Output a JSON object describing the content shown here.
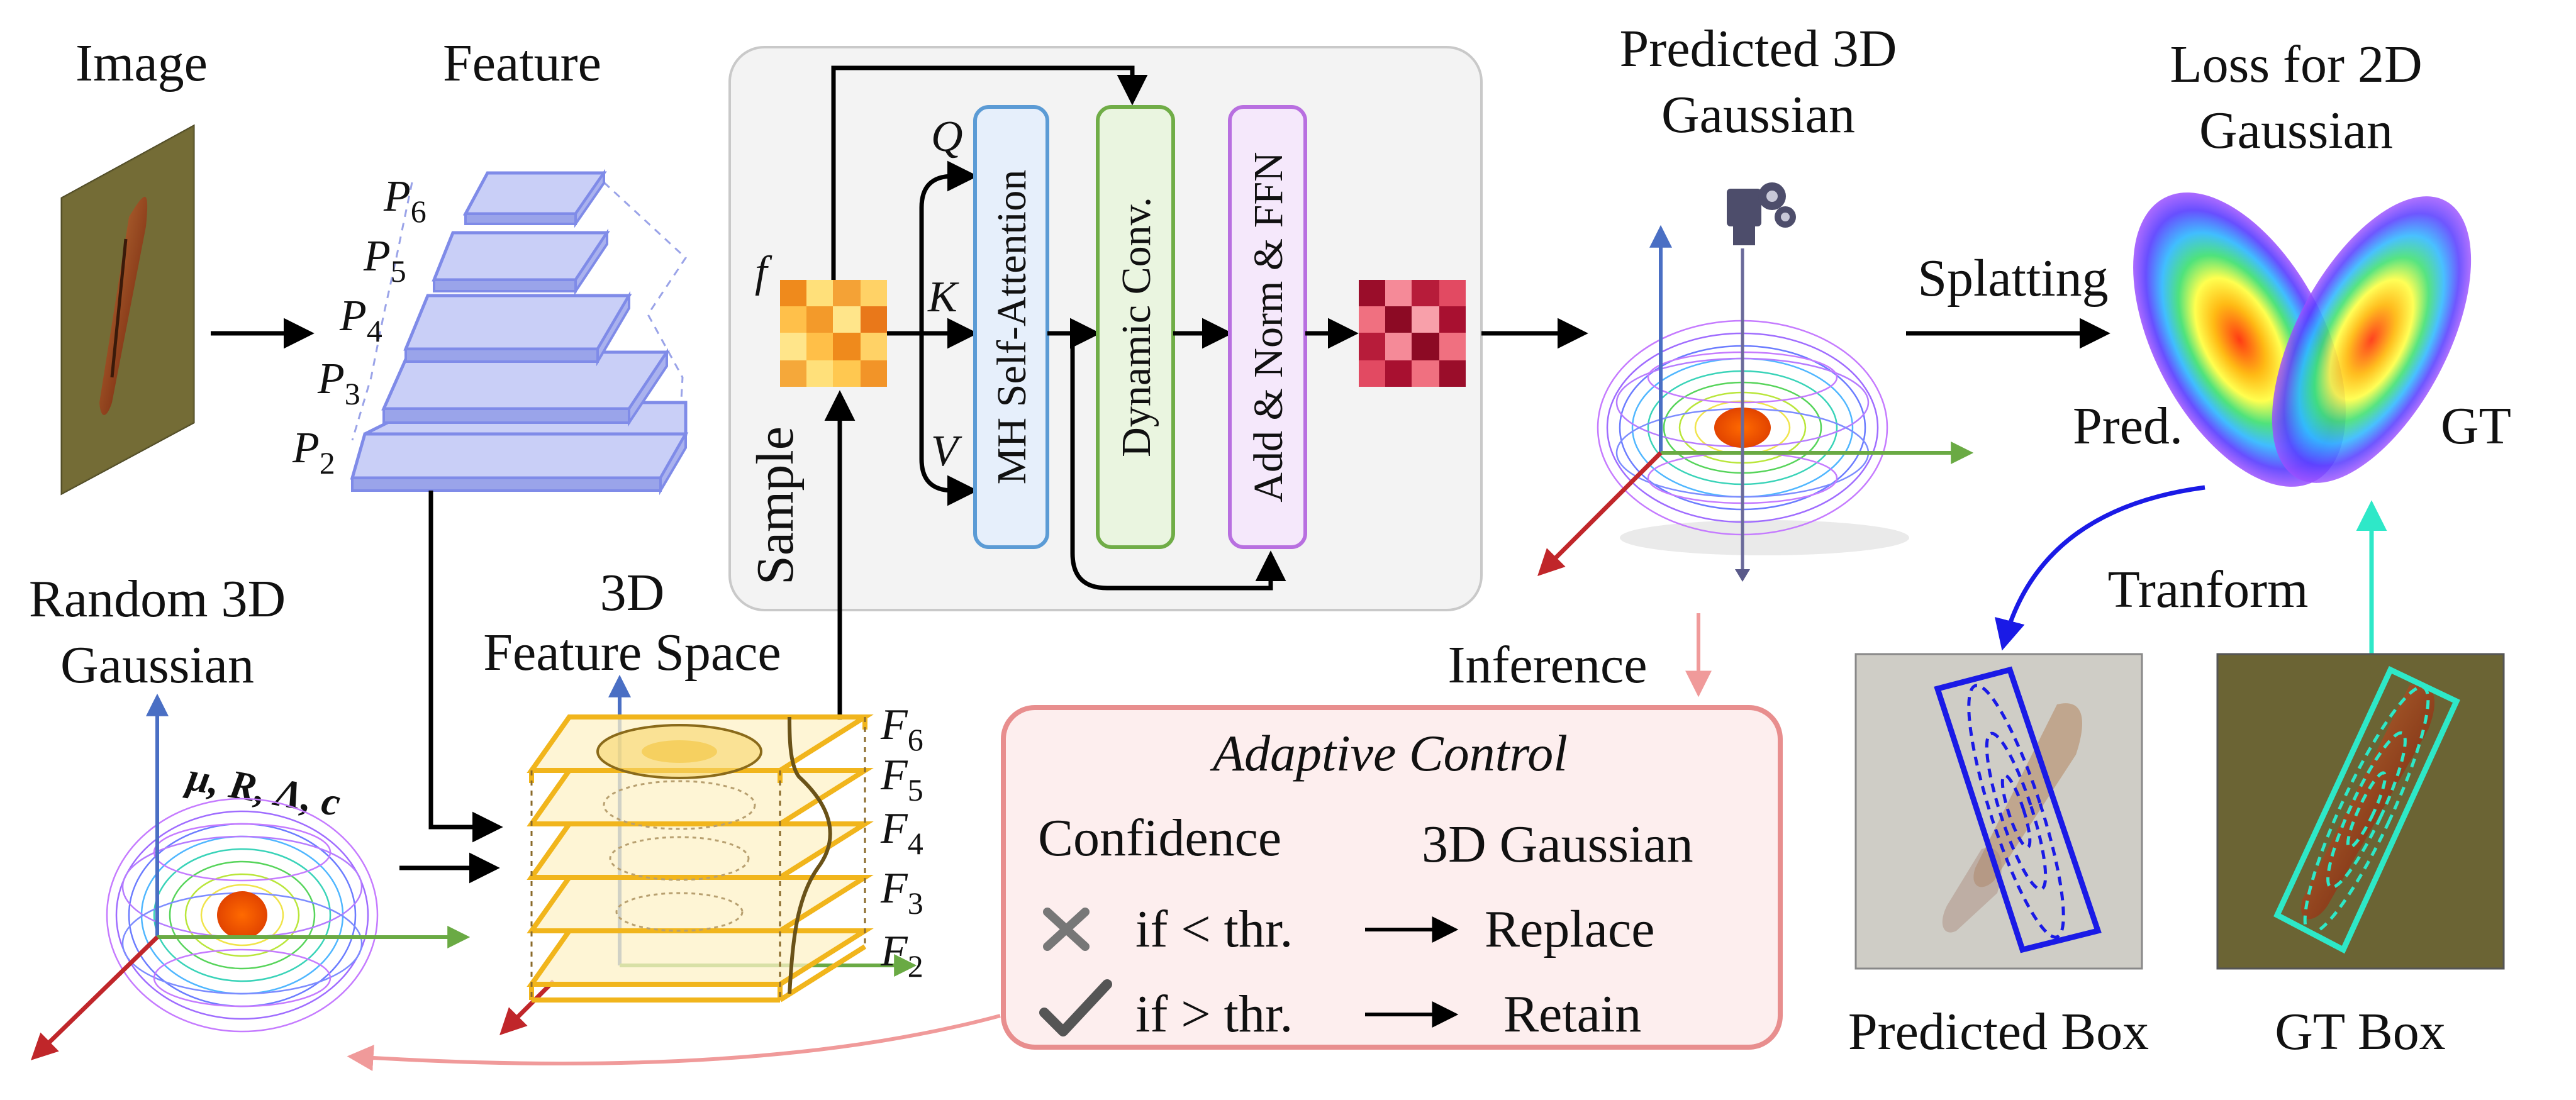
{
  "labels": {
    "image": "Image",
    "feature": "Feature",
    "predicted_line1": "Predicted 3D",
    "predicted_line2": "Gaussian",
    "loss_line1": "Loss for 2D",
    "loss_line2": "Gaussian",
    "splatting": "Splatting",
    "pred": "Pred.",
    "gt": "GT",
    "tranform": "Tranform",
    "random_line1": "Random 3D",
    "random_line2": "Gaussian",
    "space_line1": "3D",
    "space_line2": "Feature Space",
    "inference": "Inference",
    "sample": "Sample",
    "predicted_box": "Predicted Box",
    "gt_box": "GT Box"
  },
  "pyramid_levels": [
    {
      "base": "P",
      "sub": "6"
    },
    {
      "base": "P",
      "sub": "5"
    },
    {
      "base": "P",
      "sub": "4"
    },
    {
      "base": "P",
      "sub": "3"
    },
    {
      "base": "P",
      "sub": "2"
    }
  ],
  "space_levels": [
    {
      "base": "F",
      "sub": "6"
    },
    {
      "base": "F",
      "sub": "5"
    },
    {
      "base": "F",
      "sub": "4"
    },
    {
      "base": "F",
      "sub": "3"
    },
    {
      "base": "F",
      "sub": "2"
    }
  ],
  "transformer": {
    "f": "f",
    "q": "Q",
    "k": "K",
    "v": "V",
    "attention": "MH Self-Attention",
    "dynconv": "Dynamic Conv.",
    "addnorm": "Add & Norm & FFN"
  },
  "gaussian_params": "μ, R, Λ, c",
  "adaptive": {
    "title": "Adaptive Control",
    "col1": "Confidence",
    "col2": "3D Gaussian",
    "row1_cond": "if < thr.",
    "row1_action": "Replace",
    "row2_cond": "if > thr.",
    "row2_action": "Retain"
  },
  "colors": {
    "pyramid_fill": "#c9cff7",
    "pyramid_edge": "#7f8be8",
    "space_edge": "#f1b51c",
    "space_fill": "#fdf1c7",
    "attention_edge": "#5b9bd5",
    "dynconv_edge": "#70ad47",
    "addnorm_edge": "#b86fe0",
    "adaptive_edge": "#e88e8e",
    "adaptive_fill": "#fdeeee",
    "pred_box": "#1a1ae6",
    "gt_box": "#2ee8c8",
    "axis_blue": "#4a6fc4",
    "axis_green": "#6aaa44",
    "axis_red": "#c0262a"
  }
}
